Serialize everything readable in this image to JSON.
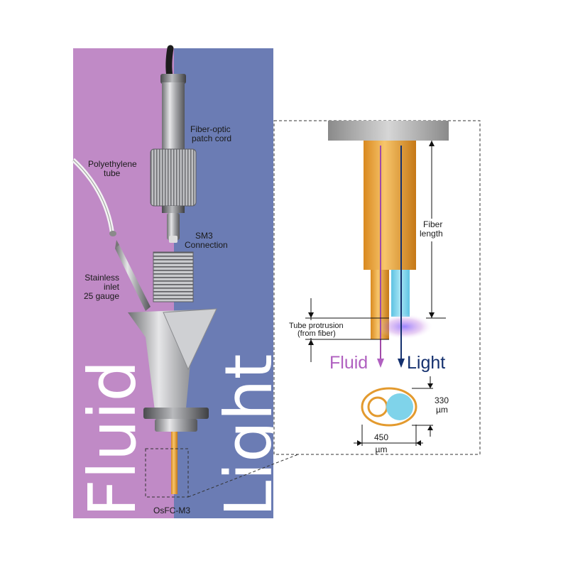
{
  "labels": {
    "fiber_patch_cord": [
      "Fiber-optic",
      "patch cord"
    ],
    "polyethylene_tube": [
      "Polyethylene",
      "tube"
    ],
    "sm3_connection": [
      "SM3",
      "Connection"
    ],
    "stainless_inlet": [
      "Stainless",
      "inlet",
      "25 gauge"
    ],
    "fiber_length": [
      "Fiber",
      "length"
    ],
    "tube_protrusion": [
      "Tube protrusion",
      "(from fiber)"
    ],
    "height_dim": [
      "330",
      "µm"
    ],
    "width_dim": [
      "450",
      "µm"
    ],
    "product_name": "OsFC-M3"
  },
  "accent_words": {
    "fluid": "Fluid",
    "light": "Light"
  },
  "big_words": {
    "fluid": "Fluid",
    "light": "Light"
  },
  "colors": {
    "fluid_panel": "#c08ac6",
    "light_panel": "#6b7cb4",
    "fluid_accent": "#b060c0",
    "light_accent": "#14306e",
    "tube_gold": "#e8a33a",
    "fiber_cyan": "#7fd3ea"
  }
}
